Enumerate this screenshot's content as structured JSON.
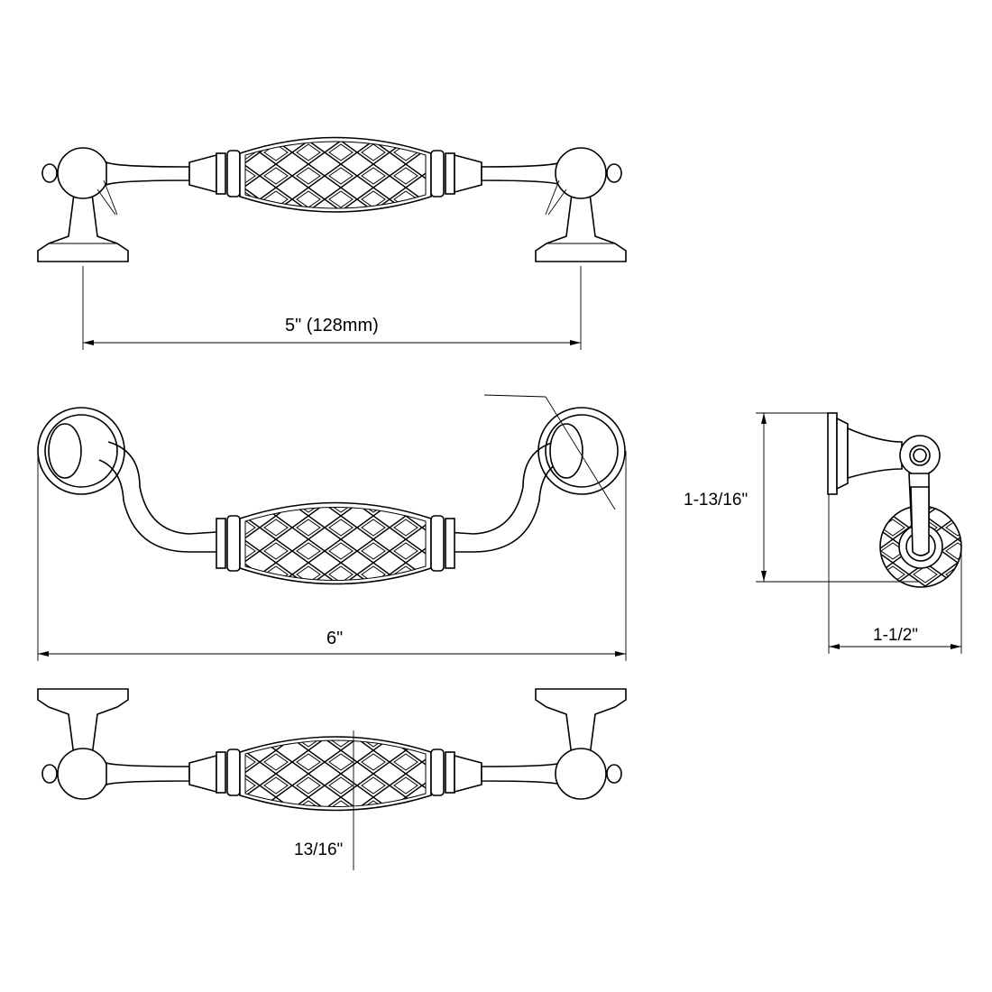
{
  "dimensions": {
    "hole_spacing": "5\" (128mm)",
    "overall_length": "6\"",
    "height": "1-13/16\"",
    "projection": "1-1/2\"",
    "grip_diameter": "13/16\""
  },
  "colors": {
    "line": "#000000",
    "background": "#ffffff"
  }
}
